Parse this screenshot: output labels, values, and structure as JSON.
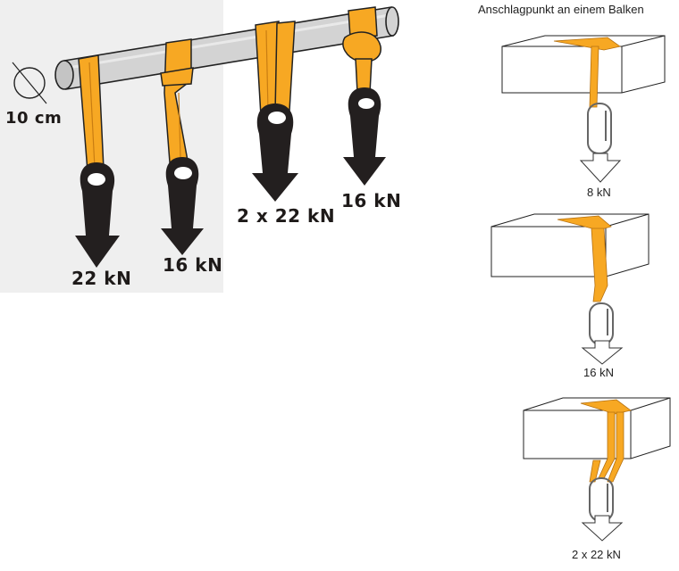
{
  "left_figure": {
    "diameter_label": "10 cm",
    "load_labels": [
      "22 kN",
      "16 kN",
      "2 x 22 kN",
      "16 kN"
    ]
  },
  "right_figure": {
    "title": "Anschlagpunkt an einem Balken",
    "configs": [
      {
        "load": "8 kN"
      },
      {
        "load": "16 kN"
      },
      {
        "load": "2 x 22 kN"
      }
    ]
  },
  "colors": {
    "sling": "#f7a823",
    "sling_dark": "#c97d12",
    "weight": "#231f1f",
    "bar": "#cdcdcd",
    "panel": "#efefef"
  },
  "icons": [
    "bar-icon",
    "sling-icon",
    "weight-arrow-icon",
    "beam-icon",
    "carabiner-icon",
    "load-arrow-icon"
  ]
}
